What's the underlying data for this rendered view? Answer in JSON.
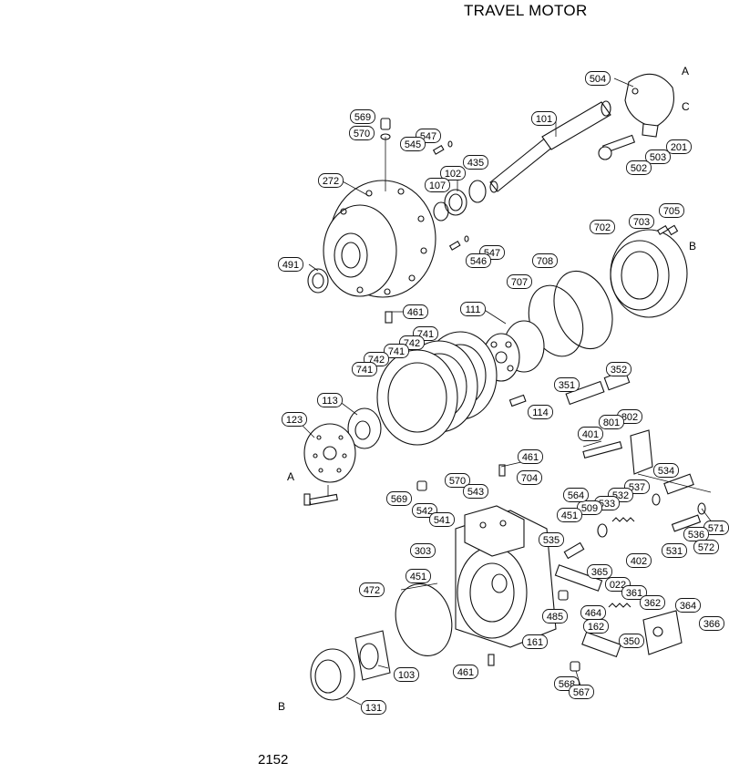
{
  "title": "TRAVEL MOTOR",
  "page_number": "2152",
  "callouts": [
    "504",
    "101",
    "569",
    "570",
    "547",
    "545",
    "201",
    "503",
    "502",
    "435",
    "272",
    "102",
    "107",
    "705",
    "703",
    "702",
    "547",
    "546",
    "491",
    "708",
    "707",
    "461",
    "111",
    "741",
    "742",
    "741",
    "742",
    "741",
    "352",
    "351",
    "114",
    "113",
    "123",
    "802",
    "801",
    "401",
    "461",
    "704",
    "534",
    "537",
    "532",
    "533",
    "509",
    "570",
    "564",
    "543",
    "569",
    "542",
    "541",
    "451",
    "535",
    "571",
    "536",
    "572",
    "531",
    "303",
    "402",
    "365",
    "022",
    "361",
    "451",
    "472",
    "362",
    "364",
    "485",
    "464",
    "162",
    "366",
    "161",
    "350",
    "461",
    "103",
    "568",
    "567",
    "131"
  ],
  "letters": [
    "A",
    "C",
    "B",
    "A",
    "B"
  ]
}
